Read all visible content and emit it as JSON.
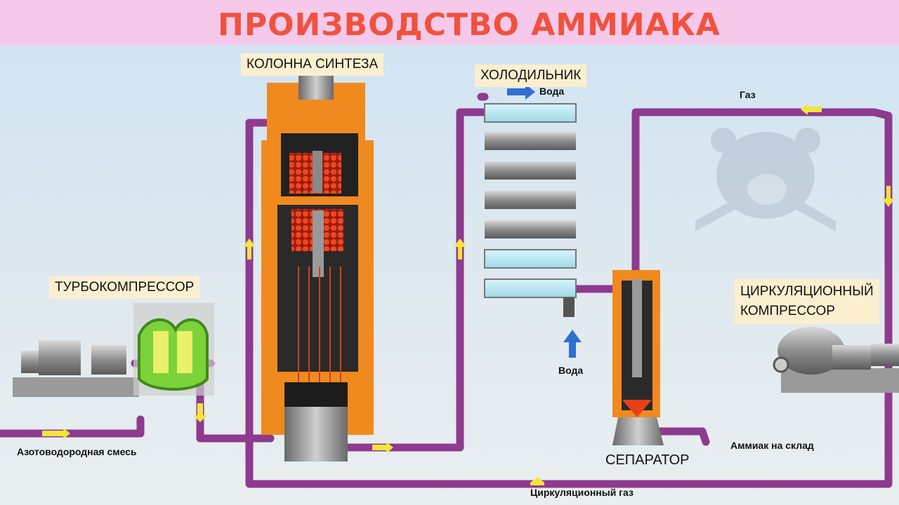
{
  "title": "ПРОИЗВОДСТВО АММИАКА",
  "labels": {
    "synthesis_column": "КОЛОННА СИНТЕЗА",
    "cooler": "ХОЛОДИЛЬНИК",
    "turbocompressor": "ТУРБОКОМПРЕССОР",
    "circulation_compressor_line1": "ЦИРКУЛЯЦИОННЫЙ",
    "circulation_compressor_line2": "КОМПРЕССОР",
    "separator": "СЕПАРАТОР",
    "water_out": "Вода",
    "water_in": "Вода",
    "gas": "Газ",
    "nitrogen_hydrogen_mix": "Азотоводородная смесь",
    "ammonia_to_storage": "Аммиак на склад",
    "circulation_gas": "Циркуляционный газ"
  },
  "colors": {
    "pipe": "#8e3a8f",
    "column_body": "#f08a1f",
    "arrow": "#f5e43a",
    "water_arrow": "#2f6fd0",
    "title": "#f0523d"
  },
  "icons": [
    "bear-logo-watermark",
    "flow-arrow",
    "water-arrow"
  ]
}
